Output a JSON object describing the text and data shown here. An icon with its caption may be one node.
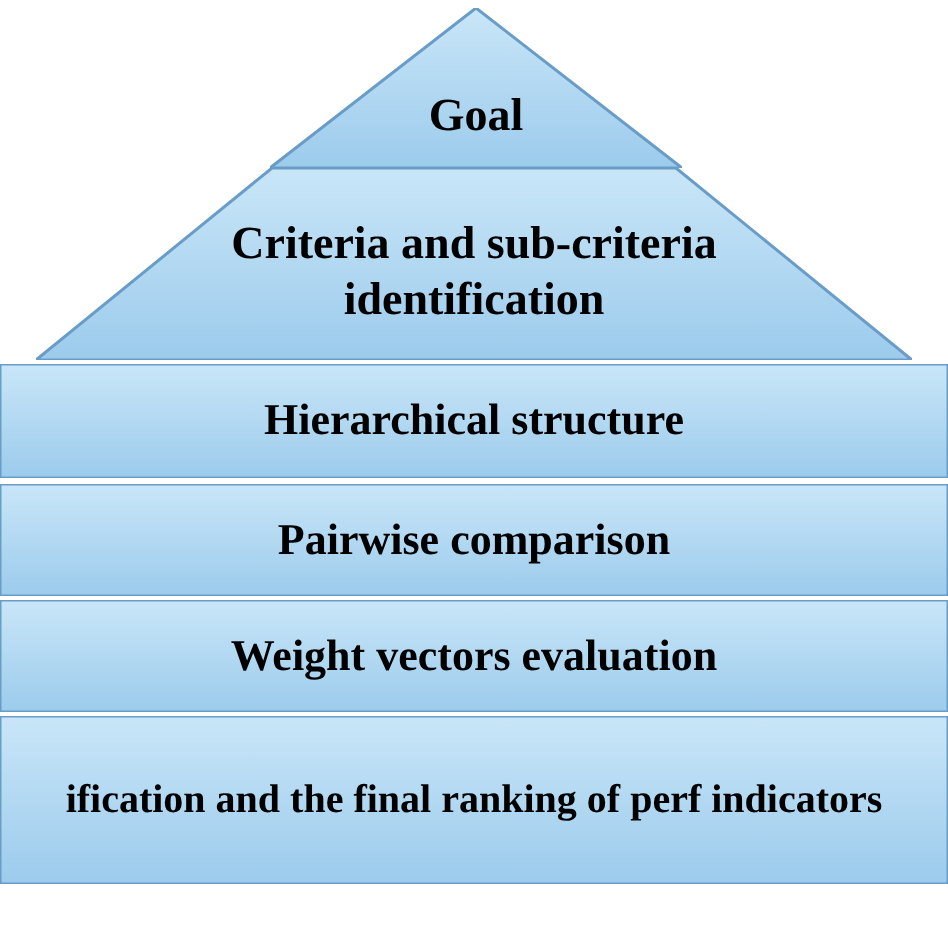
{
  "diagram": {
    "nodes": [
      {
        "text": [
          "Goal"
        ]
      },
      {
        "text": [
          "Criteria and sub-criteria identification"
        ]
      },
      {
        "text": [
          "Hierarchical structure"
        ]
      },
      {
        "text": [
          "Pairwise comparison"
        ]
      },
      {
        "text": [
          "Weight vectors evaluation"
        ]
      },
      {
        "text": [
          "ification and the final ranking of perf indicators"
        ]
      }
    ]
  }
}
